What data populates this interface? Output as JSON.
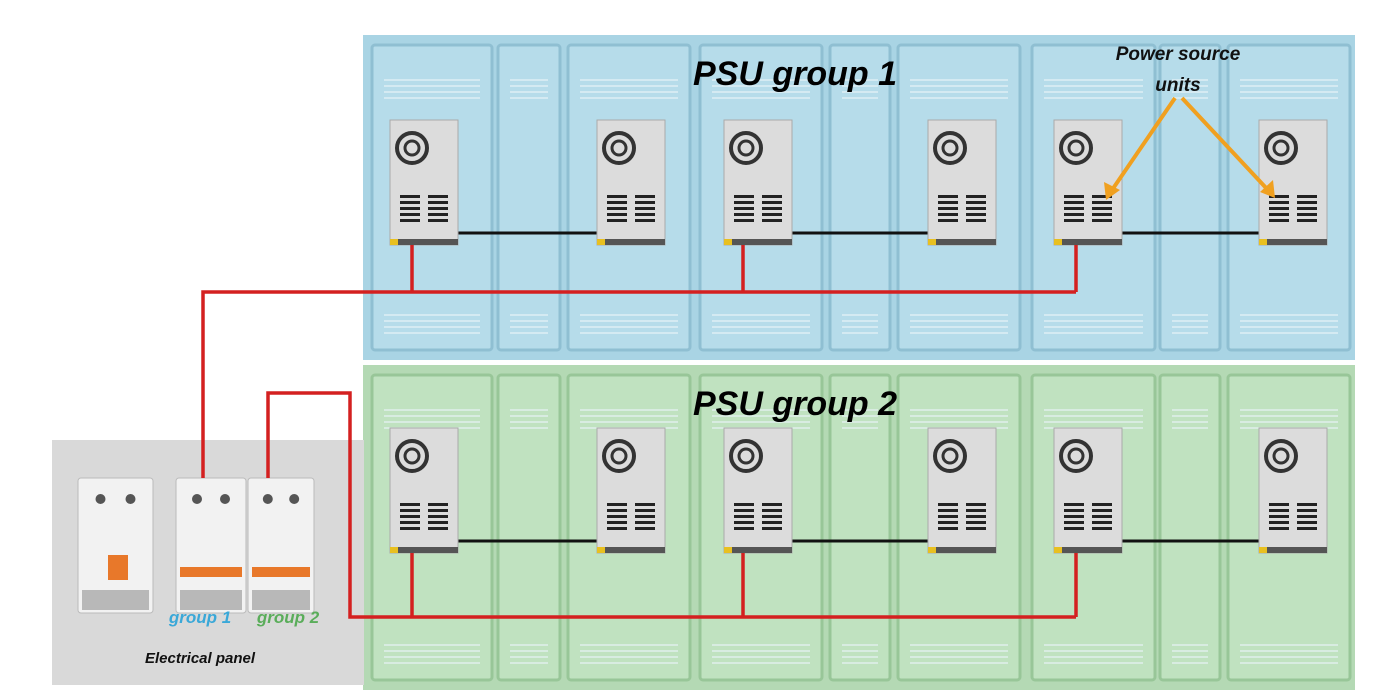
{
  "groups": [
    {
      "title": "PSU group 1",
      "panel_color": "#a9d4e4",
      "locker_color": "#b6dcea",
      "edge_color": "#8fbfd2"
    },
    {
      "title": "PSU group 2",
      "panel_color": "#b4d9b4",
      "locker_color": "#c0e2c0",
      "edge_color": "#98c698"
    }
  ],
  "annotation": {
    "line1": "Power source",
    "line2": "units",
    "color": "#f0a020"
  },
  "panel": {
    "title": "Electrical panel",
    "breaker_labels": [
      {
        "text": "group 1",
        "color": "#3aa8d8"
      },
      {
        "text": "group 2",
        "color": "#5aad5a"
      }
    ]
  },
  "wire_colors": {
    "power": "#d42020",
    "link": "#111111"
  }
}
